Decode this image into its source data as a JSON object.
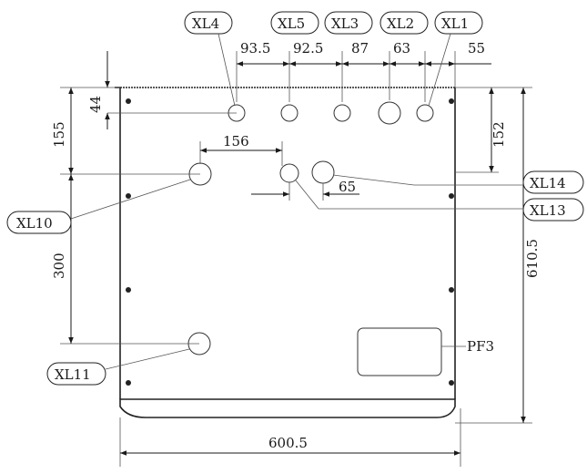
{
  "diagram": {
    "callouts": {
      "xl4": "XL4",
      "xl5": "XL5",
      "xl3": "XL3",
      "xl2": "XL2",
      "xl1": "XL1",
      "xl10": "XL10",
      "xl11": "XL11",
      "xl13": "XL13",
      "xl14": "XL14",
      "pf3": "PF3"
    },
    "dimensions": {
      "d93_5": "93.5",
      "d92_5": "92.5",
      "d87": "87",
      "d63": "63",
      "d55": "55",
      "d44": "44",
      "d155": "155",
      "d152": "152",
      "d156": "156",
      "d65": "65",
      "d300": "300",
      "d610_5": "610.5",
      "d600_5": "600.5"
    }
  }
}
